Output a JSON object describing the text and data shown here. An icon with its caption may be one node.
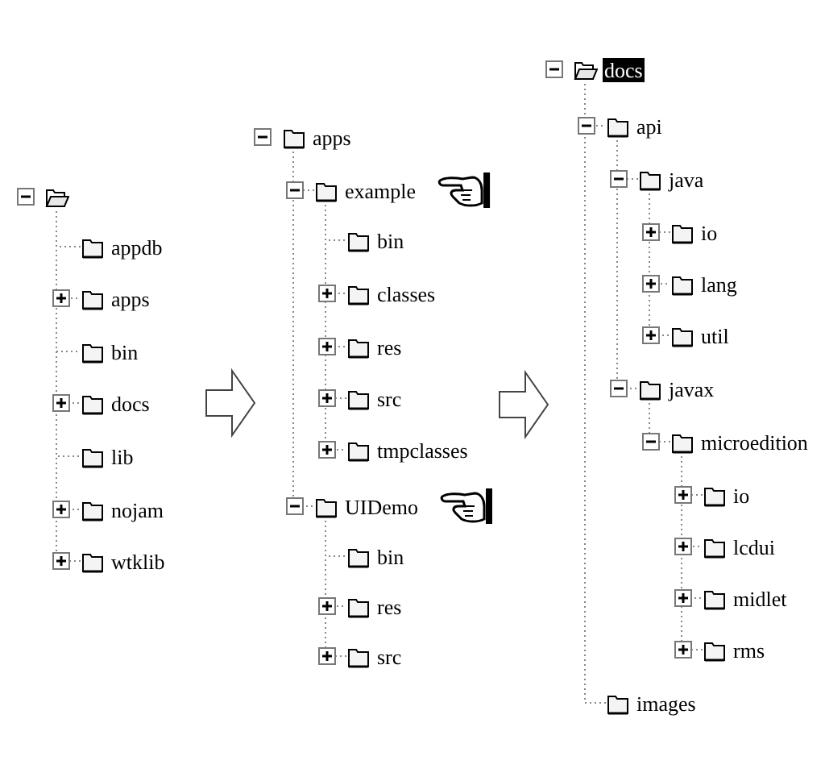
{
  "diagram": {
    "nodes": [
      {
        "text": [],
        "shape": "folder"
      },
      {
        "text": [
          "appdb"
        ]
      },
      {
        "text": [
          "apps"
        ]
      },
      {
        "text": [
          "bin"
        ]
      },
      {
        "text": [
          "docs"
        ]
      },
      {
        "text": [
          "lib"
        ]
      },
      {
        "text": [
          "nojam"
        ]
      },
      {
        "text": [
          "wtklib"
        ]
      },
      {
        "text": [
          "apps"
        ]
      },
      {
        "text": [
          "example"
        ]
      },
      {
        "text": [
          "bin"
        ]
      },
      {
        "text": [
          "classes"
        ]
      },
      {
        "text": [
          "res"
        ]
      },
      {
        "text": [
          "src"
        ]
      },
      {
        "text": [
          "tmpclasses"
        ]
      },
      {
        "text": [
          "UIDemo"
        ]
      },
      {
        "text": [
          "bin"
        ]
      },
      {
        "text": [
          "res"
        ]
      },
      {
        "text": [
          "src"
        ]
      },
      {
        "text": [
          "docs"
        ]
      },
      {
        "text": [
          "api"
        ]
      },
      {
        "text": [
          "java"
        ]
      },
      {
        "text": [
          "io"
        ]
      },
      {
        "text": [
          "lang"
        ]
      },
      {
        "text": [
          "util"
        ]
      },
      {
        "text": [
          "javax"
        ]
      },
      {
        "text": [
          "microedition"
        ]
      },
      {
        "text": [
          "io"
        ]
      },
      {
        "text": [
          "lcdui"
        ]
      },
      {
        "text": [
          "midlet"
        ]
      },
      {
        "text": [
          "rms"
        ]
      },
      {
        "text": [
          "images"
        ]
      }
    ],
    "edges": [
      {
        "from": 0,
        "to": 1,
        "arrow": "none"
      },
      {
        "from": 0,
        "to": 2,
        "arrow": "none"
      },
      {
        "from": 0,
        "to": 3,
        "arrow": "none"
      },
      {
        "from": 0,
        "to": 4,
        "arrow": "none"
      },
      {
        "from": 0,
        "to": 5,
        "arrow": "none"
      },
      {
        "from": 0,
        "to": 6,
        "arrow": "none"
      },
      {
        "from": 0,
        "to": 7,
        "arrow": "none"
      },
      {
        "from": 8,
        "to": 9,
        "arrow": "none"
      },
      {
        "from": 9,
        "to": 10,
        "arrow": "none"
      },
      {
        "from": 9,
        "to": 11,
        "arrow": "none"
      },
      {
        "from": 9,
        "to": 12,
        "arrow": "none"
      },
      {
        "from": 9,
        "to": 13,
        "arrow": "none"
      },
      {
        "from": 9,
        "to": 14,
        "arrow": "none"
      },
      {
        "from": 8,
        "to": 15,
        "arrow": "none"
      },
      {
        "from": 15,
        "to": 16,
        "arrow": "none"
      },
      {
        "from": 15,
        "to": 17,
        "arrow": "none"
      },
      {
        "from": 15,
        "to": 18,
        "arrow": "none"
      },
      {
        "from": 19,
        "to": 20,
        "arrow": "none"
      },
      {
        "from": 20,
        "to": 21,
        "arrow": "none"
      },
      {
        "from": 21,
        "to": 22,
        "arrow": "none"
      },
      {
        "from": 21,
        "to": 23,
        "arrow": "none"
      },
      {
        "from": 21,
        "to": 24,
        "arrow": "none"
      },
      {
        "from": 20,
        "to": 25,
        "arrow": "none"
      },
      {
        "from": 25,
        "to": 26,
        "arrow": "none"
      },
      {
        "from": 26,
        "to": 27,
        "arrow": "none"
      },
      {
        "from": 26,
        "to": 28,
        "arrow": "none"
      },
      {
        "from": 26,
        "to": 29,
        "arrow": "none"
      },
      {
        "from": 26,
        "to": 30,
        "arrow": "none"
      },
      {
        "from": 19,
        "to": 31,
        "arrow": "none"
      }
    ]
  }
}
